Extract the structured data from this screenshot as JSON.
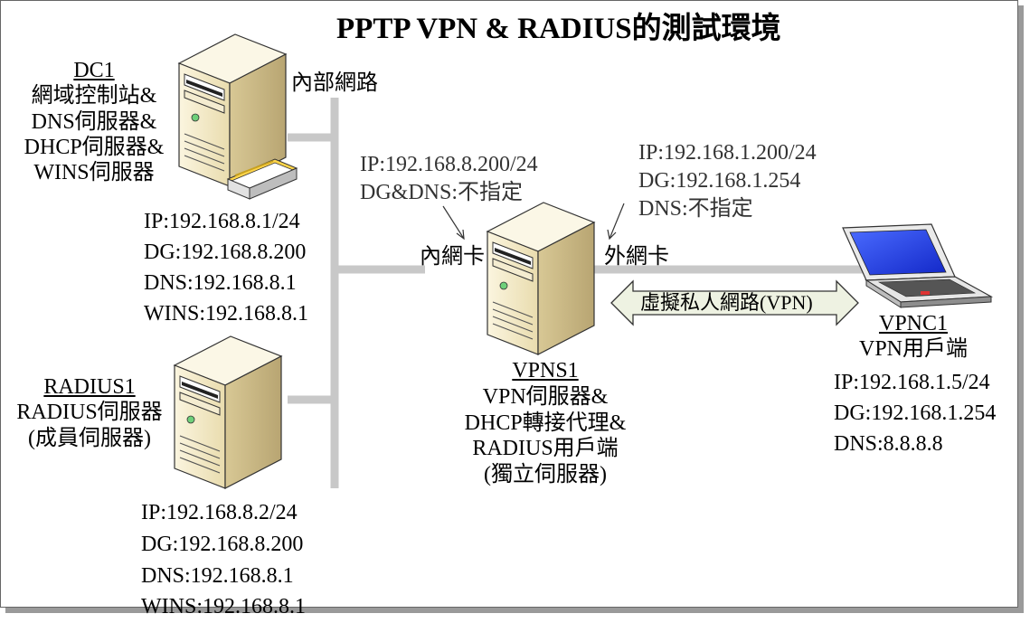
{
  "title": "PPTP VPN & RADIUS的測試環境",
  "network": {
    "internal_label": "內部網路"
  },
  "dc1": {
    "name": "DC1",
    "roles": [
      "網域控制站&",
      "DNS伺服器&",
      "DHCP伺服器&",
      "WINS伺服器"
    ],
    "config": [
      "IP:192.168.8.1/24",
      "DG:192.168.8.200",
      "DNS:192.168.8.1",
      "WINS:192.168.8.1"
    ]
  },
  "radius1": {
    "name": "RADIUS1",
    "roles": [
      "RADIUS伺服器",
      "(成員伺服器)"
    ],
    "config": [
      "IP:192.168.8.2/24",
      "DG:192.168.8.200",
      "DNS:192.168.8.1",
      "WINS:192.168.8.1"
    ]
  },
  "vpns1": {
    "name": "VPNS1",
    "roles": [
      "VPN伺服器&",
      "DHCP轉接代理&",
      "RADIUS用戶端",
      "(獨立伺服器)"
    ],
    "internal_nic_label": "內網卡",
    "external_nic_label": "外網卡",
    "internal_nic_config": [
      "IP:192.168.8.200/24",
      "DG&DNS:不指定"
    ],
    "external_nic_config": [
      "IP:192.168.1.200/24",
      "DG:192.168.1.254",
      "DNS:不指定"
    ]
  },
  "vpn_tunnel": {
    "label": "虛擬私人網路(VPN)"
  },
  "vpnc1": {
    "name": "VPNC1",
    "roles": [
      "VPN用戶端"
    ],
    "config": [
      "IP:192.168.1.5/24",
      "DG:192.168.1.254",
      "DNS:8.8.8.8"
    ]
  },
  "colors": {
    "line": "#c8c8c8",
    "server_body": "#f1e7c4",
    "server_side": "#c9b989",
    "tunnel_fill": "#eef2e2",
    "laptop_screen": "#1f3de0"
  },
  "icons": {
    "dc1_server": "server-tower-icon",
    "radius1_server": "server-tower-icon",
    "vpns1_server": "server-tower-icon",
    "vpnc1_laptop": "laptop-icon",
    "dc1_directory": "directory-book-icon"
  }
}
